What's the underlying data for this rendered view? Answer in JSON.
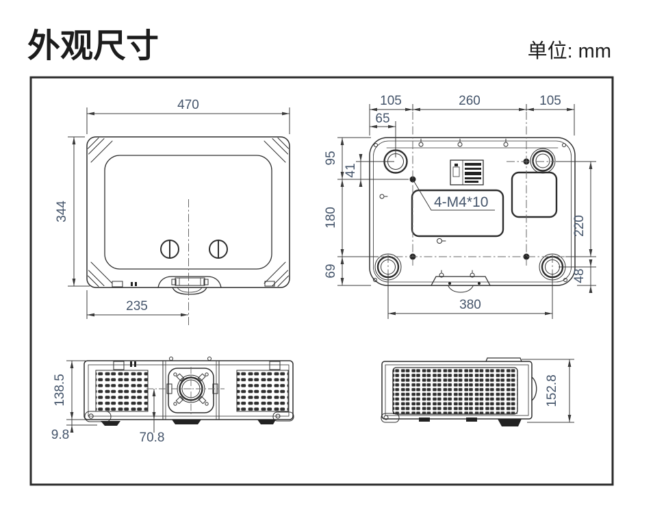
{
  "header": {
    "title": "外观尺寸",
    "unit_label": "单位: mm"
  },
  "dimensions": {
    "top_view": {
      "width": "470",
      "depth": "344",
      "lens_center_offset": "235"
    },
    "bottom_view": {
      "side_margin_left": "105",
      "hole_span_horizontal": "260",
      "side_margin_right": "105",
      "front_foot_inset": "65",
      "edge_to_hole_top": "95",
      "foot_to_hole": "41",
      "hole_span_vertical": "180",
      "hole_to_edge_bottom": "69",
      "foot_to_hole_span_right": "220",
      "rear_foot_to_edge": "48",
      "rear_foot_span": "380",
      "mount_screw_spec": "4-M4*10"
    },
    "front_view": {
      "body_height": "138.5",
      "foot_height": "9.8",
      "lens_center_height": "70.8"
    },
    "side_view": {
      "overall_height": "152.8"
    }
  },
  "colors": {
    "background": "#ffffff",
    "line": "#2d2d2d",
    "dimension_text": "#44546a",
    "centerline": "#666666",
    "title": "#1c1c1c"
  }
}
